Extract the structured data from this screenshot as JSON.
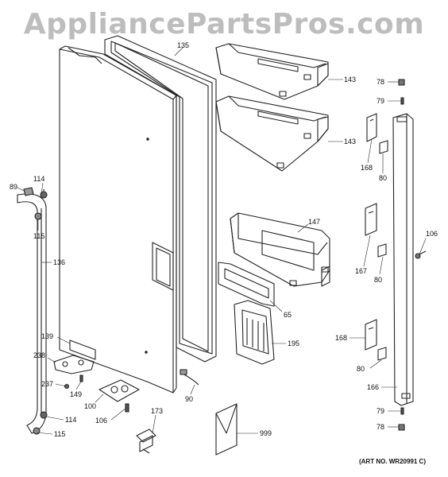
{
  "watermark": "AppliancePartsPros.com",
  "art_number": "(ART NO. WR20991 C)",
  "callouts": {
    "c135": "135",
    "c143a": "143",
    "c143b": "143",
    "c147": "147",
    "c78a": "78",
    "c79a": "79",
    "c168a": "168",
    "c80a": "80",
    "c106a": "106",
    "c167": "167",
    "c80b": "80",
    "c168b": "168",
    "c80c": "80",
    "c166": "166",
    "c79b": "79",
    "c78b": "78",
    "c114a": "114",
    "c89": "89",
    "c115a": "115",
    "c136": "136",
    "c65": "65",
    "c195": "195",
    "c139": "139",
    "c238": "238",
    "c237": "237",
    "c149": "149",
    "c100": "100",
    "c106b": "106",
    "c90": "90",
    "c173": "173",
    "c114b": "114",
    "c115b": "115",
    "c999": "999"
  }
}
